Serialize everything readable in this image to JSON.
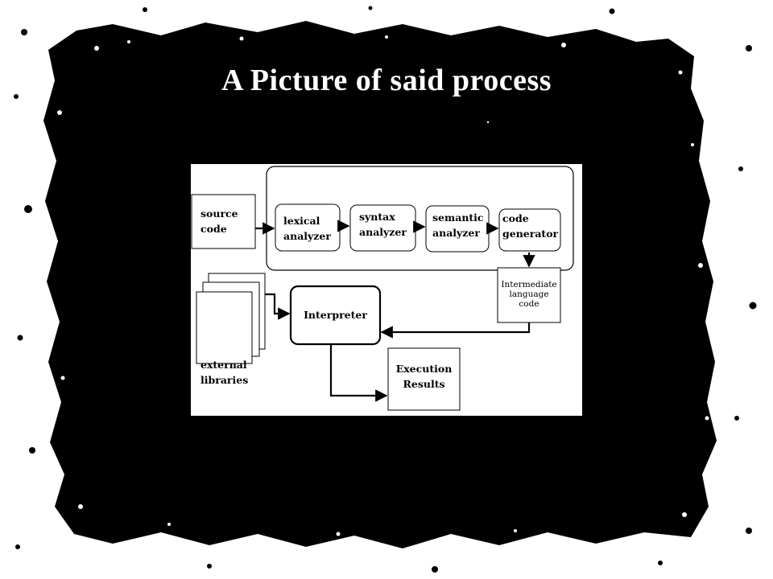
{
  "slide": {
    "title": "A Picture of said process",
    "background_color": "#000000",
    "frame_color": "#ffffff"
  },
  "diagram": {
    "nodes": {
      "source_code": [
        "source",
        "code"
      ],
      "lexical_analyzer": [
        "lexical",
        "analyzer"
      ],
      "syntax_analyzer": [
        "syntax",
        "analyzer"
      ],
      "semantic_analyzer": [
        "semantic",
        "analyzer"
      ],
      "code_generator": [
        "code",
        "generator"
      ],
      "intermediate_code": [
        "Intermediate",
        "language",
        "code"
      ],
      "interpreter": "Interpreter",
      "execution_results": [
        "Execution",
        "Results"
      ],
      "external_libraries": [
        "external",
        "libraries"
      ]
    }
  }
}
